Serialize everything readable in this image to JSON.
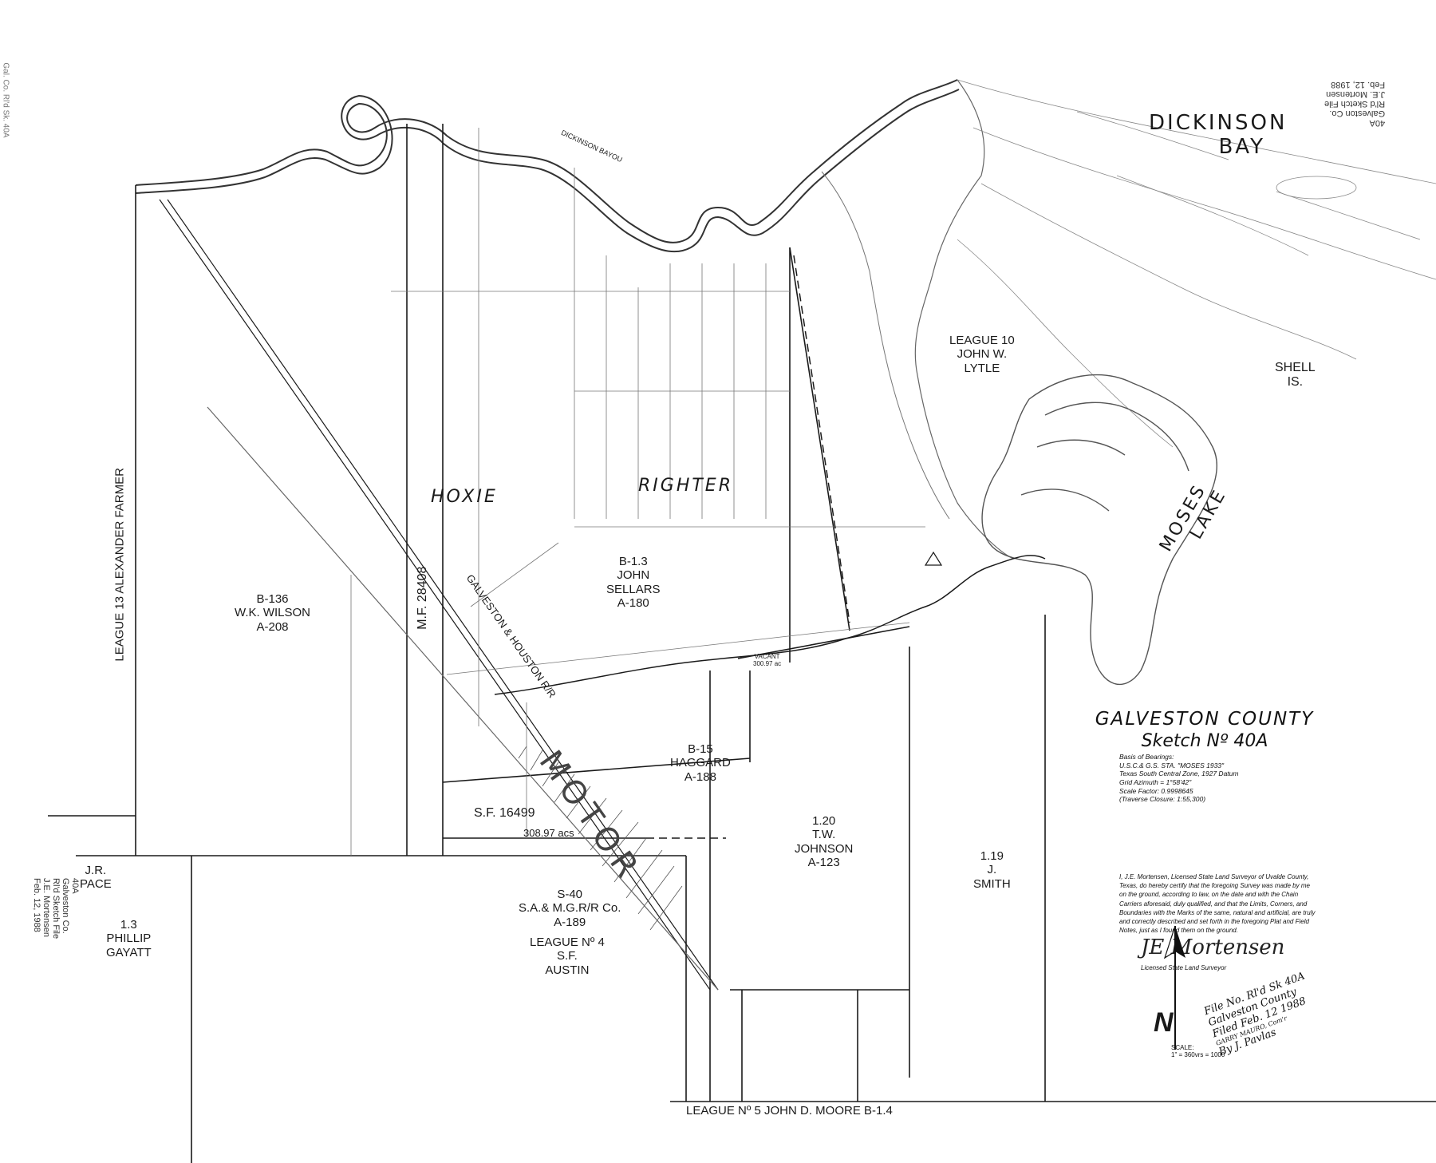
{
  "water": {
    "dickinson_bay": [
      "DICKINSON",
      "BAY"
    ],
    "moses_lake": [
      "MOSES",
      "LAKE"
    ],
    "shell_is": [
      "SHELL",
      "IS."
    ],
    "bayou": "DICKINSON BAYOU"
  },
  "surveys": {
    "league10": [
      "LEAGUE 10",
      "JOHN W.",
      "LYTLE"
    ],
    "hoxie": "HOXIE",
    "righter": "RIGHTER",
    "sellars": [
      "B-1.3",
      "JOHN",
      "SELLARS",
      "A-180"
    ],
    "wilson": [
      "B-136",
      "W.K. WILSON",
      "A-208"
    ],
    "league13": "LEAGUE 13   ALEXANDER FARMER",
    "mf": "M.F. 28408",
    "railroad": "GALVESTON & HOUSTON R/R",
    "haggard": [
      "B-15",
      "HAGGARD",
      "A-188"
    ],
    "sf16499": "S.F. 16499",
    "acres": "308.97 acs",
    "motor": "MOTOR",
    "sa_mg": [
      "S-40",
      "S.A.& M.G.R/R Co.",
      "A-189"
    ],
    "tw_johnson": [
      "1.20",
      "T.W.",
      "JOHNSON",
      "A-123"
    ],
    "smith": [
      "1.19",
      "J.",
      "SMITH"
    ],
    "pace": [
      "J.R.",
      "PACE"
    ],
    "gayatt": [
      "1.3",
      "PHILLIP",
      "GAYATT"
    ],
    "league4": [
      "LEAGUE Nº 4",
      "S.F.",
      "AUSTIN"
    ],
    "league5": "LEAGUE Nº 5   JOHN D. MOORE  B-1.4",
    "vacant": [
      "VACANT",
      "300.97 ac"
    ]
  },
  "title": {
    "county": "GALVESTON COUNTY",
    "sketch": "Sketch Nº 40A",
    "notes": [
      "Basis of Bearings:",
      "U.S.C.& G.S. STA. \"MOSES 1933\"",
      "Texas South Central Zone, 1927 Datum",
      "Grid Azimuth = 1°58'42\"",
      "Scale Factor: 0.9998645",
      "(Traverse Closure: 1:55,300)"
    ],
    "certificate": "I, J.E. Mortensen, Licensed State Land Surveyor of Uvalde County, Texas, do hereby certify that the foregoing Survey was made by me on the ground, according to law, on the date and with the Chain Carriers aforesaid, duly qualified, and that the Limits, Corners, and Boundaries with the Marks of the same, natural and artificial, are truly and correctly described and set forth in the foregoing Plat and Field Notes, just as I found them on the ground.",
    "signature": "JE Mortensen",
    "signature_caption": "Licensed State Land Surveyor"
  },
  "file_stamp": [
    "File No. Rl'd Sk 40A",
    "Galveston County",
    "Filed Feb. 12 1988",
    "GARRY MAURO, Com'r",
    "By J. Pavlas"
  ],
  "north": "N",
  "scale": [
    "SCALE:",
    "1\" = 360vrs = 1000'"
  ],
  "margin_top_right": [
    "40A",
    "Galveston Co.",
    "Rl'd Sketch File",
    "J.E. Mortensen",
    "Feb. 12, 1988"
  ],
  "margin_left_bottom": [
    "40A",
    "Galveston Co.",
    "Rl'd Sketch File",
    "J.E. Mortensen",
    "Feb. 12, 1988"
  ],
  "margin_left_top": "Gal. Co. Rl'd Sk. 40A",
  "colors": {
    "ink": "#1a1a1a",
    "water": "#555555",
    "paper": "#ffffff"
  }
}
